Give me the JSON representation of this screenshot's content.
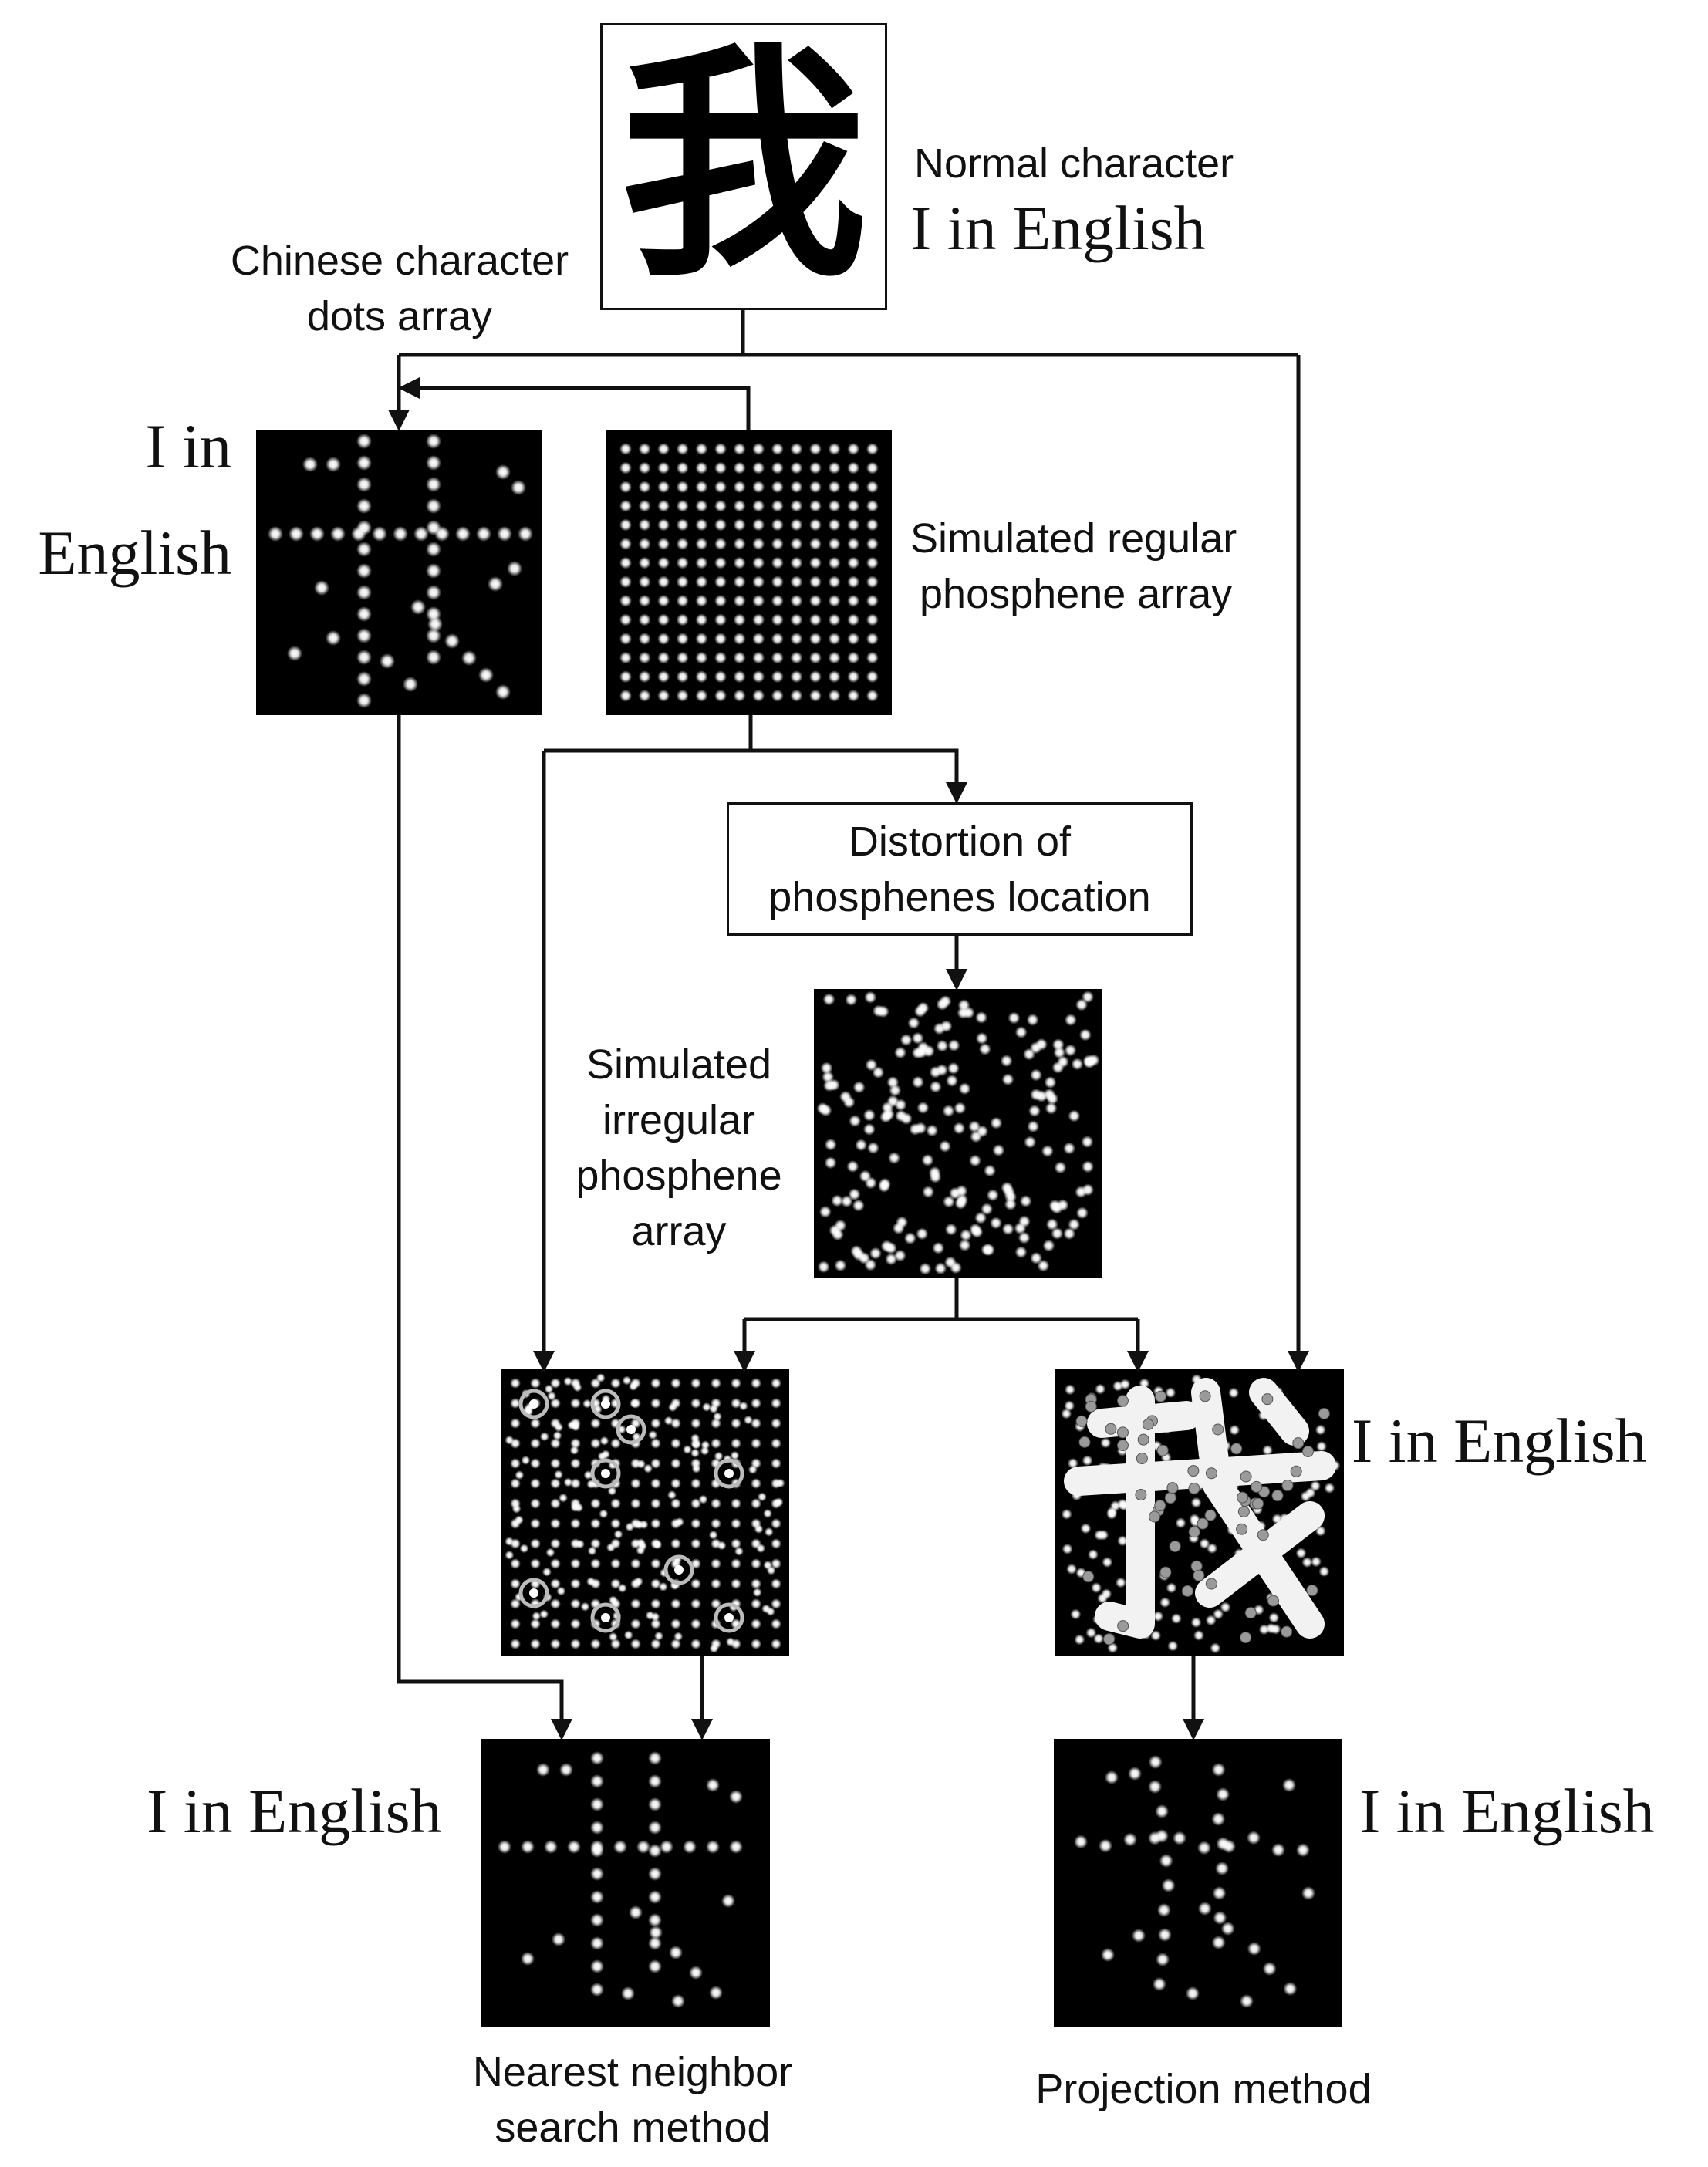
{
  "top_character": "我",
  "labels": {
    "normal_character": "Normal character",
    "top_meaning": "I in English",
    "dots_array": [
      "Chinese character",
      "dots array"
    ],
    "left_meaning": [
      "I in",
      "English"
    ],
    "regular_array": [
      "Simulated regular",
      "phosphene array"
    ],
    "distortion": [
      "Distortion of",
      "phosphenes location"
    ],
    "irregular_array": [
      "Simulated",
      "irregular",
      "phosphene",
      "array"
    ],
    "projection_panel_meaning": "I in English",
    "nearest_result_meaning": "I in English",
    "projection_result_meaning": "I in English",
    "nearest_method": [
      "Nearest neighbor",
      "search method"
    ],
    "projection_method": "Projection method"
  },
  "colors": {
    "line": "#111111",
    "panel": "#000000",
    "dot": "#ffffff",
    "ring": "#bbbbbb"
  }
}
